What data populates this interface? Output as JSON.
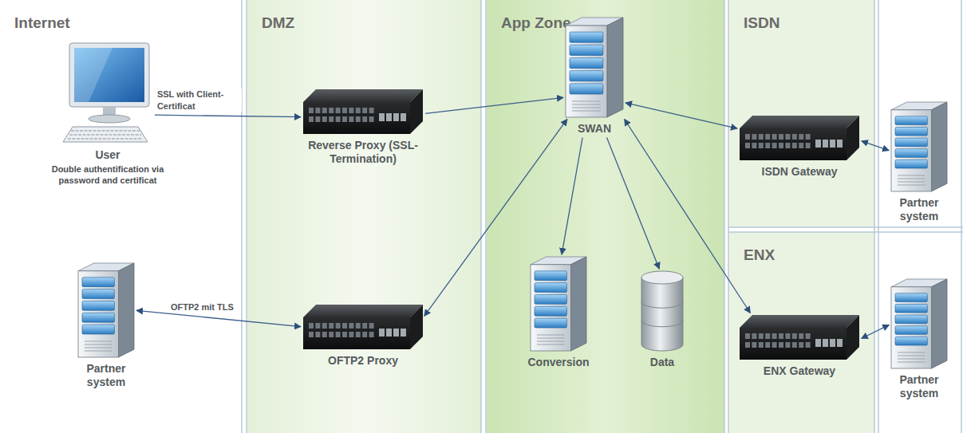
{
  "diagram": {
    "nodes": [
      {
        "text": [
          "Internet"
        ]
      },
      {
        "text": [
          "User",
          "Double authentification via password and certificat"
        ],
        "in": 0
      },
      {
        "text": [
          "Partner system"
        ],
        "in": 0
      },
      {
        "text": [
          "DMZ"
        ]
      },
      {
        "text": [
          "Reverse Proxy (SSL-Termination)"
        ],
        "in": 3
      },
      {
        "text": [
          "OFTP2 Proxy"
        ],
        "in": 3
      },
      {
        "text": [
          "App Zone"
        ]
      },
      {
        "text": [
          "SWAN"
        ],
        "in": 6
      },
      {
        "text": [
          "Conversion"
        ],
        "in": 6
      },
      {
        "text": [
          "Data"
        ],
        "in": 6
      },
      {
        "text": [
          "ISDN"
        ]
      },
      {
        "text": [
          "ISDN Gateway"
        ],
        "in": 10
      },
      {
        "text": [
          "Partner system"
        ],
        "in": 10
      },
      {
        "text": [
          "ENX"
        ]
      },
      {
        "text": [
          "ENX Gateway"
        ],
        "in": 13
      },
      {
        "text": [
          "Partner system"
        ],
        "in": 13
      }
    ],
    "edges": [
      {
        "from": 1,
        "to": 4,
        "arrow": "to",
        "label": "SSL with Client-Certificat"
      },
      {
        "from": 4,
        "to": 7,
        "arrow": "to"
      },
      {
        "from": 2,
        "to": 5,
        "arrow": "both",
        "label": "OFTP2 mit TLS"
      },
      {
        "from": 5,
        "to": 7,
        "arrow": "both"
      },
      {
        "from": 7,
        "to": 8,
        "arrow": "to"
      },
      {
        "from": 7,
        "to": 9,
        "arrow": "to"
      },
      {
        "from": 7,
        "to": 11,
        "arrow": "both"
      },
      {
        "from": 11,
        "to": 12,
        "arrow": "both"
      },
      {
        "from": 7,
        "to": 14,
        "arrow": "both"
      },
      {
        "from": 14,
        "to": 15,
        "arrow": "both"
      }
    ]
  }
}
